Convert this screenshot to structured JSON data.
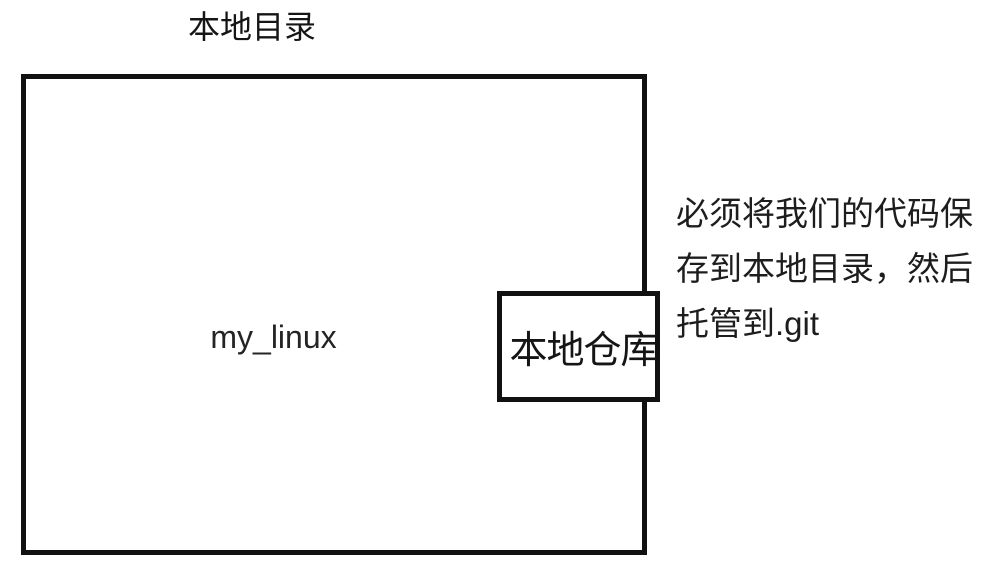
{
  "diagram": {
    "title": "本地目录",
    "outer_box": {
      "label": "my_linux"
    },
    "inner_box": {
      "label": "本地仓库"
    },
    "annotation": {
      "lines": [
        "必须将我们的代码保",
        "存到本地目录，然后",
        "托管到.git"
      ],
      "full_text": "必须将我们的代码保存到本地目录，然后托管到.git"
    },
    "colors": {
      "background": "#ffffff",
      "border": "#111111",
      "text": "#1a1a1a"
    }
  }
}
